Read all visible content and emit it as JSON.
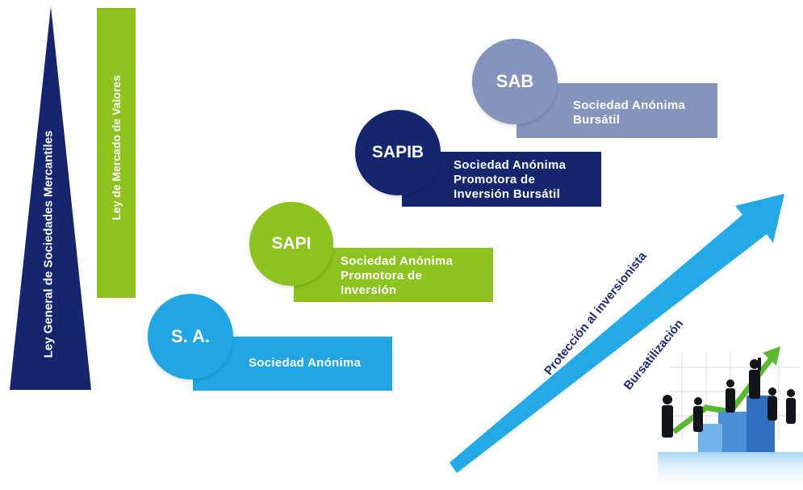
{
  "colors": {
    "navy": "#15266f",
    "green": "#8dc21f",
    "cyan": "#21a6e3",
    "slate": "#8494bd",
    "arrow": "#22a9e6"
  },
  "pillars": {
    "lgsm": "Ley General de Sociedades Mercantiles",
    "lmv": "Ley de Mercado de Valores"
  },
  "steps": [
    {
      "abbr": "S. A.",
      "lines": [
        "Sociedad Anónima"
      ]
    },
    {
      "abbr": "SAPI",
      "lines": [
        "Sociedad Anónima",
        "Promotora de",
        "Inversión"
      ]
    },
    {
      "abbr": "SAPIB",
      "lines": [
        "Sociedad Anónima",
        "Promotora de",
        "Inversión Bursátil"
      ]
    },
    {
      "abbr": "SAB",
      "lines": [
        "Sociedad Anónima",
        "Bursátil"
      ]
    }
  ],
  "arrow": {
    "upper_label": "Protección al inversionista",
    "lower_label": "Bursatilización"
  },
  "illustration": {
    "icon": "business-growth-illustration"
  }
}
